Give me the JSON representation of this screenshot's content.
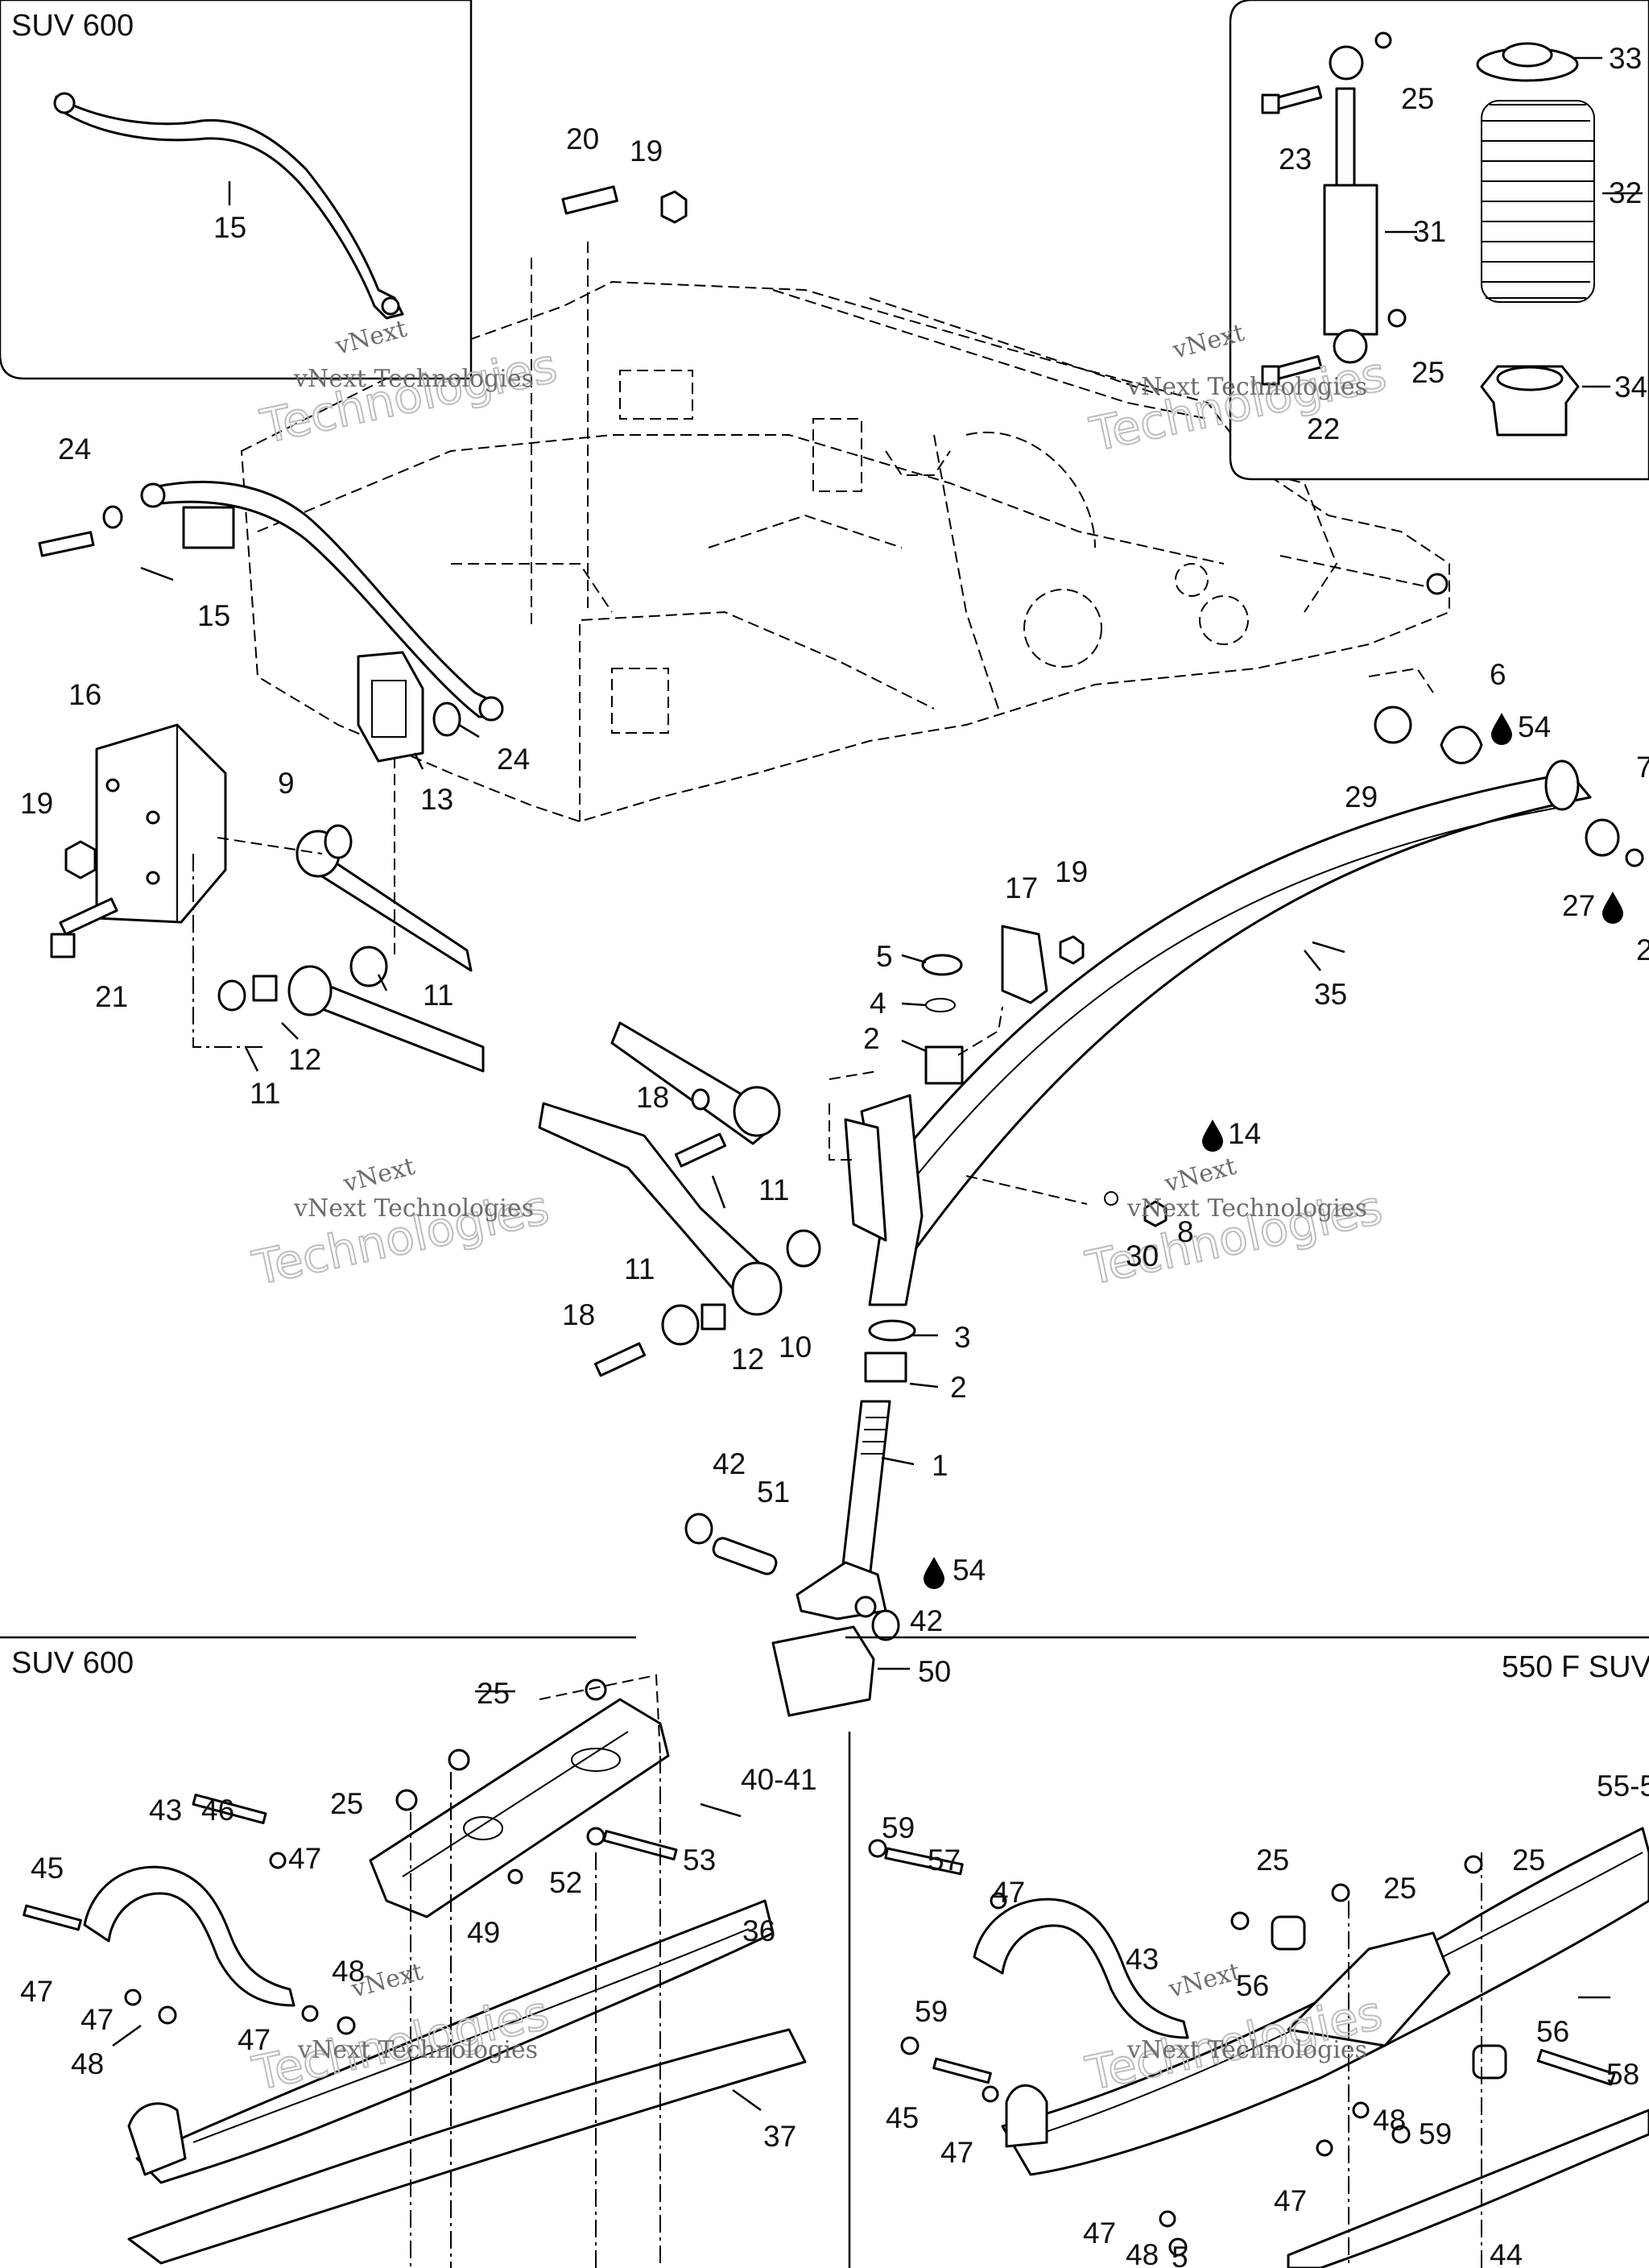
{
  "insets": {
    "top_left_title": "SUV 600",
    "bottom_left_title": "SUV 600",
    "bottom_right_title": "550 F SUV"
  },
  "watermark": {
    "line1": "vNext",
    "line2": "vNext Technologies",
    "big": "Technologies"
  },
  "callouts": [
    {
      "id": "c15a",
      "text": "15"
    },
    {
      "id": "c20",
      "text": "20"
    },
    {
      "id": "c19a",
      "text": "19"
    },
    {
      "id": "c23",
      "text": "23"
    },
    {
      "id": "c25a",
      "text": "25"
    },
    {
      "id": "c31",
      "text": "31"
    },
    {
      "id": "c25b",
      "text": "25"
    },
    {
      "id": "c22",
      "text": "22"
    },
    {
      "id": "c33",
      "text": "33"
    },
    {
      "id": "c32",
      "text": "32"
    },
    {
      "id": "c34",
      "text": "34"
    },
    {
      "id": "c24a",
      "text": "24"
    },
    {
      "id": "c15b",
      "text": "15"
    },
    {
      "id": "c24b",
      "text": "24"
    },
    {
      "id": "c16",
      "text": "16"
    },
    {
      "id": "c13",
      "text": "13"
    },
    {
      "id": "c19b",
      "text": "19"
    },
    {
      "id": "c9",
      "text": "9"
    },
    {
      "id": "c21",
      "text": "21"
    },
    {
      "id": "c11a",
      "text": "11"
    },
    {
      "id": "c12a",
      "text": "12"
    },
    {
      "id": "c11b",
      "text": "11"
    },
    {
      "id": "c6",
      "text": "6"
    },
    {
      "id": "c54a",
      "text": "54"
    },
    {
      "id": "c29",
      "text": "29"
    },
    {
      "id": "c7",
      "text": "7"
    },
    {
      "id": "c27",
      "text": "27"
    },
    {
      "id": "c2r",
      "text": "2"
    },
    {
      "id": "c17",
      "text": "17"
    },
    {
      "id": "c19c",
      "text": "19"
    },
    {
      "id": "c5",
      "text": "5"
    },
    {
      "id": "c4",
      "text": "4"
    },
    {
      "id": "c2a",
      "text": "2"
    },
    {
      "id": "c35",
      "text": "35"
    },
    {
      "id": "c18a",
      "text": "18"
    },
    {
      "id": "c14",
      "text": "14"
    },
    {
      "id": "c11c",
      "text": "11"
    },
    {
      "id": "c8",
      "text": "8"
    },
    {
      "id": "c30",
      "text": "30"
    },
    {
      "id": "c11d",
      "text": "11"
    },
    {
      "id": "c18b",
      "text": "18"
    },
    {
      "id": "c12b",
      "text": "12"
    },
    {
      "id": "c10",
      "text": "10"
    },
    {
      "id": "c3",
      "text": "3"
    },
    {
      "id": "c2b",
      "text": "2"
    },
    {
      "id": "c1",
      "text": "1"
    },
    {
      "id": "c42a",
      "text": "42"
    },
    {
      "id": "c51",
      "text": "51"
    },
    {
      "id": "c54b",
      "text": "54"
    },
    {
      "id": "c42b",
      "text": "42"
    },
    {
      "id": "c50",
      "text": "50"
    },
    {
      "id": "c25c",
      "text": "25"
    },
    {
      "id": "c40",
      "text": "40-41"
    },
    {
      "id": "c25d",
      "text": "25"
    },
    {
      "id": "c43a",
      "text": "43"
    },
    {
      "id": "c46",
      "text": "46"
    },
    {
      "id": "c47a",
      "text": "47"
    },
    {
      "id": "c53",
      "text": "53"
    },
    {
      "id": "c36",
      "text": "36"
    },
    {
      "id": "c45a",
      "text": "45"
    },
    {
      "id": "c52",
      "text": "52"
    },
    {
      "id": "c49",
      "text": "49"
    },
    {
      "id": "c47b",
      "text": "47"
    },
    {
      "id": "c48a",
      "text": "48"
    },
    {
      "id": "c47c",
      "text": "47"
    },
    {
      "id": "c47d",
      "text": "47"
    },
    {
      "id": "c48b",
      "text": "48"
    },
    {
      "id": "c37",
      "text": "37"
    },
    {
      "id": "c55",
      "text": "55-5"
    },
    {
      "id": "c59a",
      "text": "59"
    },
    {
      "id": "c57",
      "text": "57"
    },
    {
      "id": "c47e",
      "text": "47"
    },
    {
      "id": "c25e",
      "text": "25"
    },
    {
      "id": "c25f",
      "text": "25"
    },
    {
      "id": "c25g",
      "text": "25"
    },
    {
      "id": "c43b",
      "text": "43"
    },
    {
      "id": "c56a",
      "text": "56"
    },
    {
      "id": "c59b",
      "text": "59"
    },
    {
      "id": "c56b",
      "text": "56"
    },
    {
      "id": "c58",
      "text": "58"
    },
    {
      "id": "c45b",
      "text": "45"
    },
    {
      "id": "c47f",
      "text": "47"
    },
    {
      "id": "c48c",
      "text": "48"
    },
    {
      "id": "c59c",
      "text": "59"
    },
    {
      "id": "c47g",
      "text": "47"
    },
    {
      "id": "c47h",
      "text": "47"
    },
    {
      "id": "c48d",
      "text": "48"
    },
    {
      "id": "c44",
      "text": "44"
    },
    {
      "id": "c5x",
      "text": "5"
    }
  ]
}
